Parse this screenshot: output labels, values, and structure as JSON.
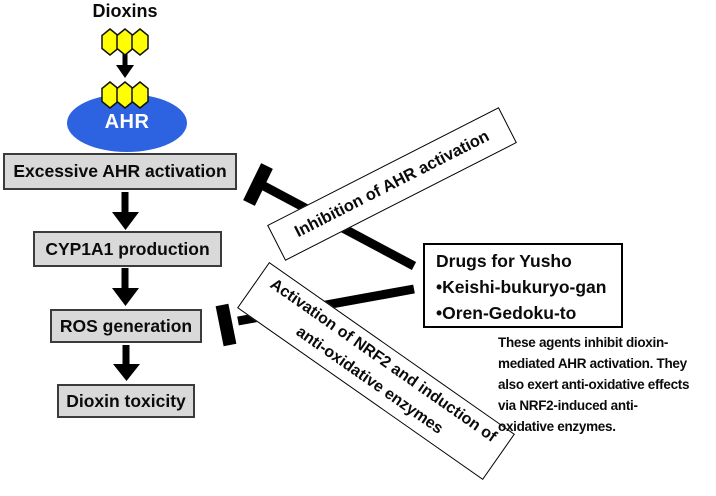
{
  "diagram": {
    "dioxins_label": "Dioxins",
    "receptor_label": "AHR",
    "flow": [
      "Excessive AHR activation",
      "CYP1A1 production",
      "ROS generation",
      "Dioxin toxicity"
    ],
    "inhibition_label": "Inhibition of AHR activation",
    "nrf2_label": "Activation of NRF2 and induction of anti-oxidative enzymes",
    "drugs": {
      "title": "Drugs for Yusho",
      "items": [
        "•Keishi-bukuryo-gan",
        "•Oren-Gedoku-to"
      ]
    },
    "note_lines": [
      "These agents inhibit dioxin-",
      "mediated AHR activation. They",
      "also exert anti-oxidative effects",
      "via NRF2-induced anti-",
      "oxidative enzymes."
    ],
    "colors": {
      "receptor_blue": "#2d63e1",
      "hexagon_yellow": "#ffff00",
      "box_gray": "#d9d9d9"
    }
  }
}
